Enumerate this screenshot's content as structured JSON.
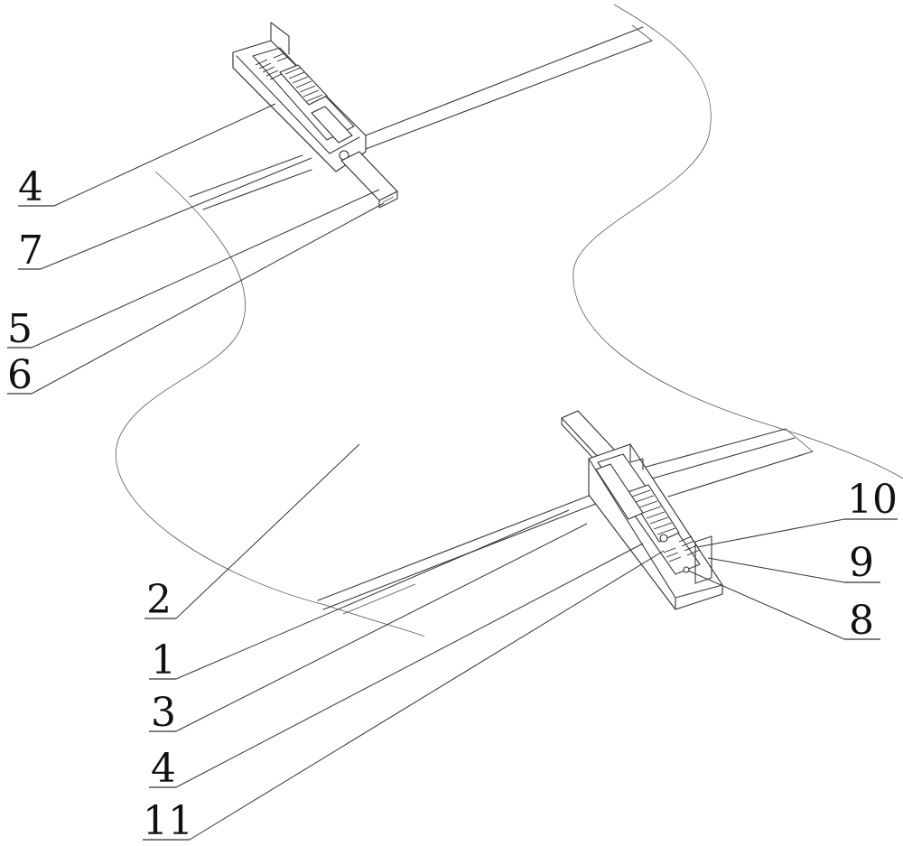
{
  "labels": {
    "l4a": "4",
    "l7": "7",
    "l5": "5",
    "l6": "6",
    "l2": "2",
    "l1": "1",
    "l3": "3",
    "l4b": "4",
    "l11": "11",
    "l10": "10",
    "l9": "9",
    "l8": "8"
  }
}
